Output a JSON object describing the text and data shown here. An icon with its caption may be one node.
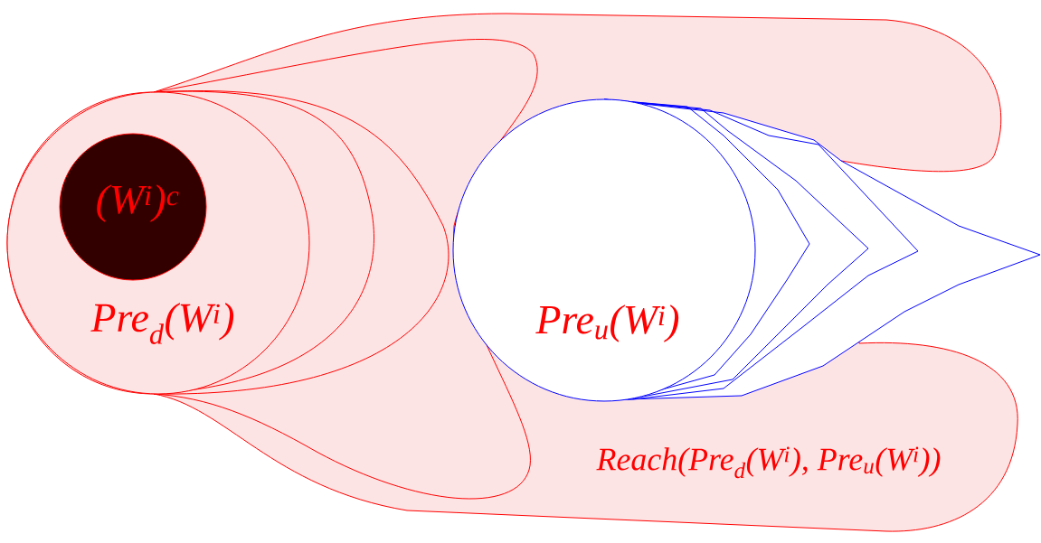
{
  "diagram": {
    "nodes": [
      {
        "text": [
          "Reach(Pre$_{d}$(W$^{i}$), Pre$_{u}$(W$^{i}$))"
        ]
      },
      {
        "text": [
          "Pre$_{d}$(W$^{i}$)"
        ],
        "in": 0
      },
      {
        "text": [
          "(W$^{i}$)$^{c}$"
        ],
        "in": 1
      },
      {
        "text": [
          "Pre$_{u}$(W$^{i}$)"
        ],
        "in": 0
      }
    ]
  }
}
